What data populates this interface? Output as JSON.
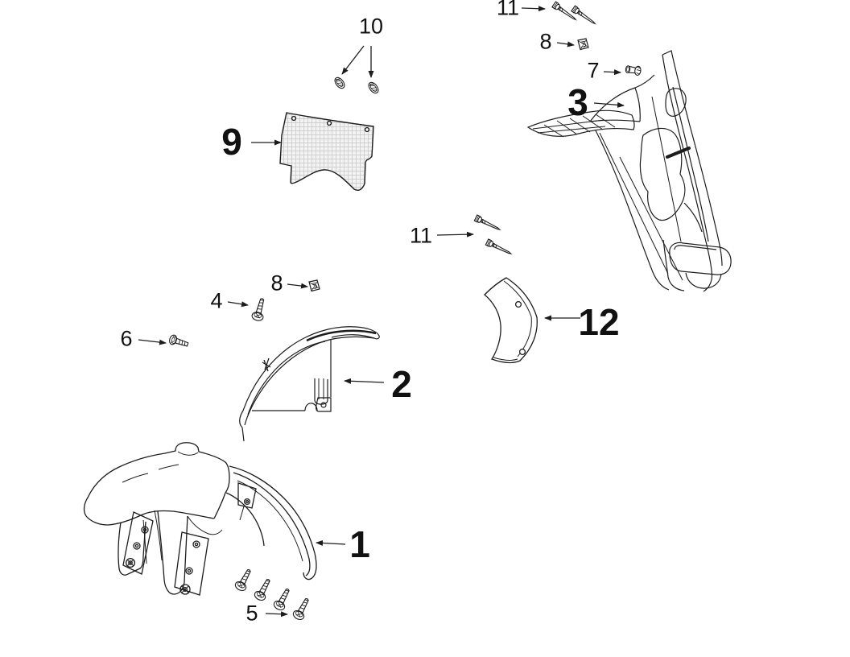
{
  "figure": {
    "background": "#ffffff",
    "line_color": "#1c1c1c"
  },
  "callouts": {
    "c10": {
      "label": "10"
    },
    "c9": {
      "label": "9"
    },
    "c11_top": {
      "label": "11"
    },
    "c8_top": {
      "label": "8"
    },
    "c7": {
      "label": "7"
    },
    "c3": {
      "label": "3"
    },
    "c11_mid": {
      "label": "11"
    },
    "c8_mid": {
      "label": "8"
    },
    "c4": {
      "label": "4"
    },
    "c6": {
      "label": "6"
    },
    "c2": {
      "label": "2"
    },
    "c12": {
      "label": "12"
    },
    "c1": {
      "label": "1"
    },
    "c5": {
      "label": "5"
    }
  },
  "part_numbers_visible": [
    "1",
    "2",
    "3",
    "4",
    "5",
    "6",
    "7",
    "8",
    "9",
    "10",
    "11",
    "12"
  ]
}
